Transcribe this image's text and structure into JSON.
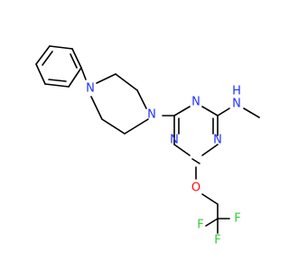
{
  "colors": {
    "background": "#ffffff",
    "carbon_bond": "#000000",
    "nitrogen": "#1f33ff",
    "oxygen": "#ff0d0d",
    "fluorine": "#33cc33"
  },
  "atoms": {
    "n_pip_top": {
      "text": "N",
      "color": "#1f33ff"
    },
    "n_pip_bot": {
      "text": "N",
      "color": "#1f33ff"
    },
    "n_tri_1": {
      "text": "N",
      "color": "#1f33ff"
    },
    "n_tri_2": {
      "text": "N",
      "color": "#1f33ff"
    },
    "n_tri_3": {
      "text": "N",
      "color": "#1f33ff"
    },
    "nh_amine": {
      "text": "N",
      "color": "#1f33ff"
    },
    "h_amine": {
      "text": "H",
      "color": "#1f33ff"
    },
    "o_ether": {
      "text": "O",
      "color": "#ff0d0d"
    },
    "f_1": {
      "text": "F",
      "color": "#33cc33"
    },
    "f_2": {
      "text": "F",
      "color": "#33cc33"
    },
    "f_3": {
      "text": "F",
      "color": "#33cc33"
    }
  }
}
